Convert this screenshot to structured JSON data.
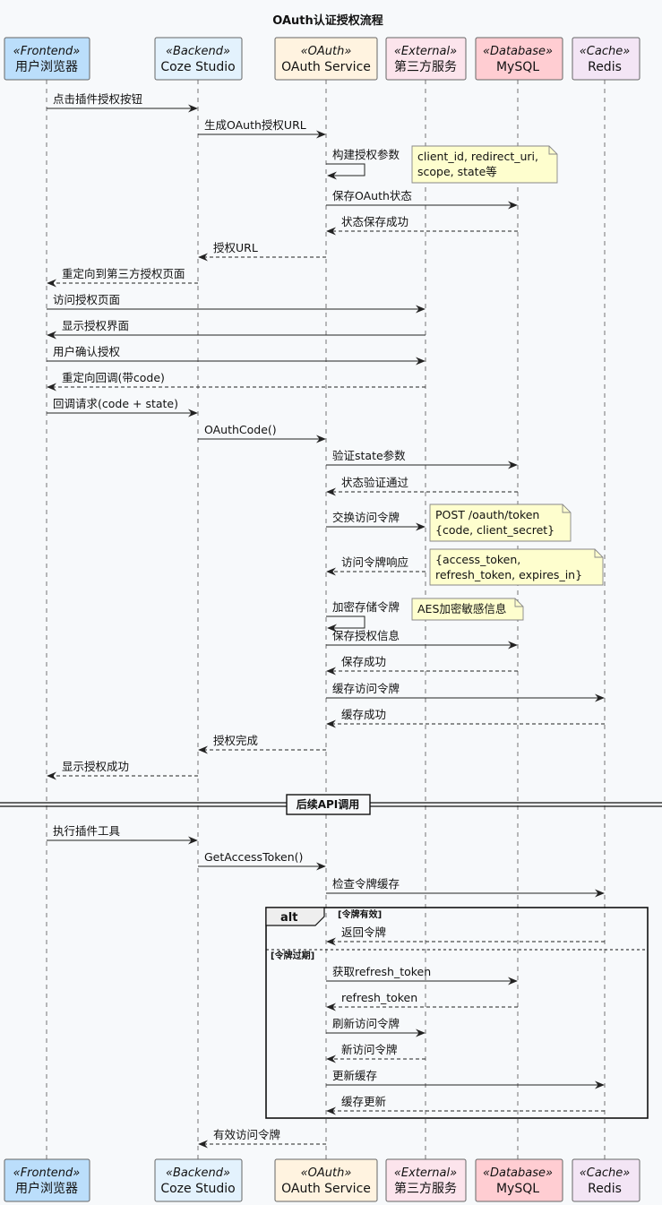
{
  "title": "OAuth认证授权流程",
  "participants": [
    {
      "id": "frontend",
      "stereotype": "«Frontend»",
      "name": "用户浏览器",
      "fill": "#bbdefb"
    },
    {
      "id": "backend",
      "stereotype": "«Backend»",
      "name": "Coze Studio",
      "fill": "#e3f2fd"
    },
    {
      "id": "oauth",
      "stereotype": "«OAuth»",
      "name": "OAuth Service",
      "fill": "#fff3e0"
    },
    {
      "id": "external",
      "stereotype": "«External»",
      "name": "第三方服务",
      "fill": "#fce4ec"
    },
    {
      "id": "db",
      "stereotype": "«Database»",
      "name": "MySQL",
      "fill": "#ffcdd2"
    },
    {
      "id": "cache",
      "stereotype": "«Cache»",
      "name": "Redis",
      "fill": "#f3e5f5"
    }
  ],
  "messages": [
    {
      "from": "frontend",
      "to": "backend",
      "text": "点击插件授权按钮",
      "dashed": false
    },
    {
      "from": "backend",
      "to": "oauth",
      "text": "生成OAuth授权URL",
      "dashed": false
    },
    {
      "from": "oauth",
      "to": "oauth",
      "text": "构建授权参数",
      "dashed": false
    },
    {
      "from": "oauth",
      "to": "db",
      "text": "保存OAuth状态",
      "dashed": false
    },
    {
      "from": "db",
      "to": "oauth",
      "text": "状态保存成功",
      "dashed": true
    },
    {
      "from": "oauth",
      "to": "backend",
      "text": "授权URL",
      "dashed": true
    },
    {
      "from": "backend",
      "to": "frontend",
      "text": "重定向到第三方授权页面",
      "dashed": true
    },
    {
      "from": "frontend",
      "to": "external",
      "text": "访问授权页面",
      "dashed": false
    },
    {
      "from": "external",
      "to": "frontend",
      "text": "显示授权界面",
      "dashed": false
    },
    {
      "from": "frontend",
      "to": "external",
      "text": "用户确认授权",
      "dashed": false
    },
    {
      "from": "external",
      "to": "frontend",
      "text": "重定向回调(带code)",
      "dashed": true
    },
    {
      "from": "frontend",
      "to": "backend",
      "text": "回调请求(code + state)",
      "dashed": false
    },
    {
      "from": "backend",
      "to": "oauth",
      "text": "OAuthCode()",
      "dashed": false
    },
    {
      "from": "oauth",
      "to": "db",
      "text": "验证state参数",
      "dashed": false
    },
    {
      "from": "db",
      "to": "oauth",
      "text": "状态验证通过",
      "dashed": true
    },
    {
      "from": "oauth",
      "to": "external",
      "text": "交换访问令牌",
      "dashed": false
    },
    {
      "from": "external",
      "to": "oauth",
      "text": "访问令牌响应",
      "dashed": true
    },
    {
      "from": "oauth",
      "to": "oauth",
      "text": "加密存储令牌",
      "dashed": false
    },
    {
      "from": "oauth",
      "to": "db",
      "text": "保存授权信息",
      "dashed": false
    },
    {
      "from": "db",
      "to": "oauth",
      "text": "保存成功",
      "dashed": true
    },
    {
      "from": "oauth",
      "to": "cache",
      "text": "缓存访问令牌",
      "dashed": false
    },
    {
      "from": "cache",
      "to": "oauth",
      "text": "缓存成功",
      "dashed": true
    },
    {
      "from": "oauth",
      "to": "backend",
      "text": "授权完成",
      "dashed": true
    },
    {
      "from": "backend",
      "to": "frontend",
      "text": "显示授权成功",
      "dashed": true
    },
    {
      "from": "frontend",
      "to": "backend",
      "text": "执行插件工具",
      "dashed": false
    },
    {
      "from": "backend",
      "to": "oauth",
      "text": "GetAccessToken()",
      "dashed": false
    },
    {
      "from": "oauth",
      "to": "cache",
      "text": "检查令牌缓存",
      "dashed": false
    },
    {
      "from": "cache",
      "to": "oauth",
      "text": "返回令牌",
      "dashed": true
    },
    {
      "from": "oauth",
      "to": "db",
      "text": "获取refresh_token",
      "dashed": false
    },
    {
      "from": "db",
      "to": "oauth",
      "text": "refresh_token",
      "dashed": true
    },
    {
      "from": "oauth",
      "to": "external",
      "text": "刷新访问令牌",
      "dashed": false
    },
    {
      "from": "external",
      "to": "oauth",
      "text": "新访问令牌",
      "dashed": true
    },
    {
      "from": "oauth",
      "to": "cache",
      "text": "更新缓存",
      "dashed": false
    },
    {
      "from": "cache",
      "to": "oauth",
      "text": "缓存更新",
      "dashed": true
    },
    {
      "from": "oauth",
      "to": "backend",
      "text": "有效访问令牌",
      "dashed": true
    }
  ],
  "notes": [
    {
      "lines": [
        "client_id, redirect_uri,",
        "scope, state等"
      ]
    },
    {
      "lines": [
        "POST /oauth/token",
        "{code, client_secret}"
      ]
    },
    {
      "lines": [
        "{access_token,",
        "refresh_token, expires_in}"
      ]
    },
    {
      "lines": [
        "AES加密敏感信息"
      ]
    }
  ],
  "divider": "后续API调用",
  "alt": {
    "keyword": "alt",
    "condition": "[令牌有效]",
    "else_condition": "[令牌过期]"
  }
}
